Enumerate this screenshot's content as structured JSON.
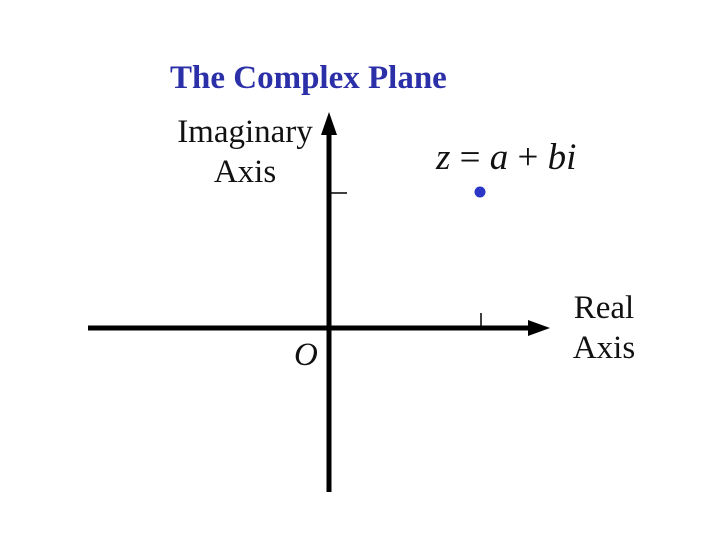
{
  "title": "The Complex Plane",
  "imaginary_axis_label": [
    "Imaginary",
    "Axis"
  ],
  "real_axis_label": [
    "Real",
    "Axis"
  ],
  "origin_label": "O",
  "point_label": {
    "z": "z",
    "eq": " = ",
    "a": "a",
    "plus": " + ",
    "b": "b",
    "i": "i"
  },
  "colors": {
    "title": "#2b2fa8",
    "point": "#2b35c8",
    "axes": "#000000"
  }
}
